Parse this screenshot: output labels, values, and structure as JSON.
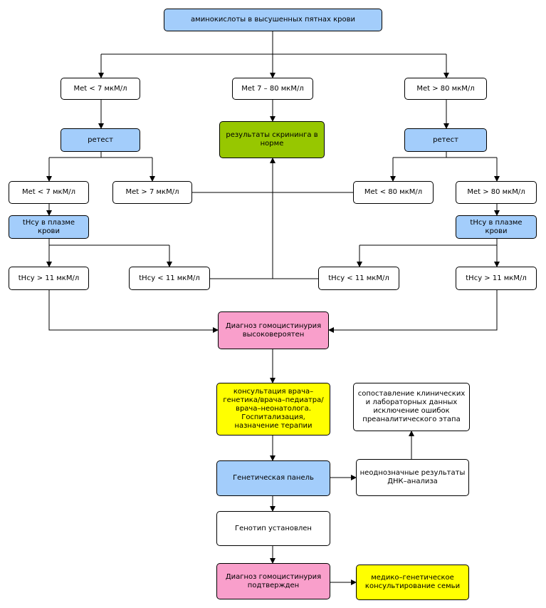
{
  "nodes": {
    "aminoacids": "аминокислоты в высушенных пятнах крови",
    "met_lt7": "Met < 7 мкМ/л",
    "met_7_80": "Met 7 – 80 мкМ/л",
    "met_gt80": "Met > 80 мкМ/л",
    "retest_left": "ретест",
    "screening_normal": "результаты скрининга в норме",
    "retest_right": "ретест",
    "met_lt7_b": "Met < 7 мкМ/л",
    "met_gt7": "Met > 7 мкМ/л",
    "met_lt80": "Met < 80 мкМ/л",
    "met_gt80_b": "Met > 80 мкМ/л",
    "thcy_plasma_left": "tHcy в плазме крови",
    "thcy_plasma_right": "tHcy в плазме крови",
    "thcy_gt11_left": "tHcy > 11 мкМ/л",
    "thcy_lt11_left": "tHcy < 11 мкМ/л",
    "thcy_lt11_right": "tHcy < 11 мкМ/л",
    "thcy_gt11_right": "tHcy > 11 мкМ/л",
    "diagnosis_likely": "Диагноз гомоцистинурия высоковероятен",
    "consultation": "консультация врача–генетика/врача–педиатра/врача–неонатолога. Госпитализация, назначение терапии",
    "comparison": "сопоставление клинических и лабораторных данных исключение ошибок преаналитического этапа",
    "genetic_panel": "Генетическая панель",
    "ambiguous_dna": "неоднозначные результаты ДНК–анализа",
    "genotype": "Генотип установлен",
    "diagnosis_confirmed": "Диагноз гомоцистинурия подтвержден",
    "counseling": "медико–генетическое консультирование семьи"
  },
  "colors": {
    "blue": "#a3cdfb",
    "green": "#97c700",
    "pink": "#f99fcb",
    "yellow": "#ffff00",
    "line": "#000000"
  }
}
